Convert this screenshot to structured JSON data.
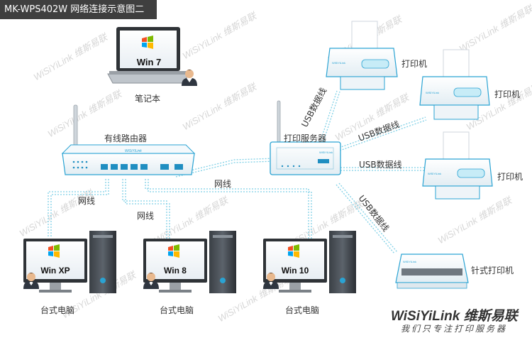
{
  "title": "MK-WPS402W 网络连接示意图二",
  "laptop": {
    "os_label": "Win 7",
    "caption": "笔记本"
  },
  "router": {
    "caption": "有线路由器",
    "brand_text": "WiSiYiLink"
  },
  "print_server": {
    "caption": "打印服务器"
  },
  "desktops": [
    {
      "os_label": "Win XP",
      "caption": "台式电脑"
    },
    {
      "os_label": "Win 8",
      "caption": "台式电脑"
    },
    {
      "os_label": "Win 10",
      "caption": "台式电脑"
    }
  ],
  "printers": [
    {
      "caption": "打印机"
    },
    {
      "caption": "打印机"
    },
    {
      "caption": "打印机"
    },
    {
      "caption": "针式打印机"
    }
  ],
  "cable_labels": {
    "network": "网线",
    "usb": "USB数据线"
  },
  "device_brand": "WiSiYiLink",
  "watermark": "WiSiYiLink 维斯易联",
  "footer": {
    "brand": "WiSiYiLink 维斯易联",
    "slogan": "我们只专注打印服务器"
  },
  "colors": {
    "cable": "#7fd0e6",
    "title_bg": "#3f3f3f",
    "device": "#f3f8fb",
    "accent": "#2aa3d3"
  }
}
